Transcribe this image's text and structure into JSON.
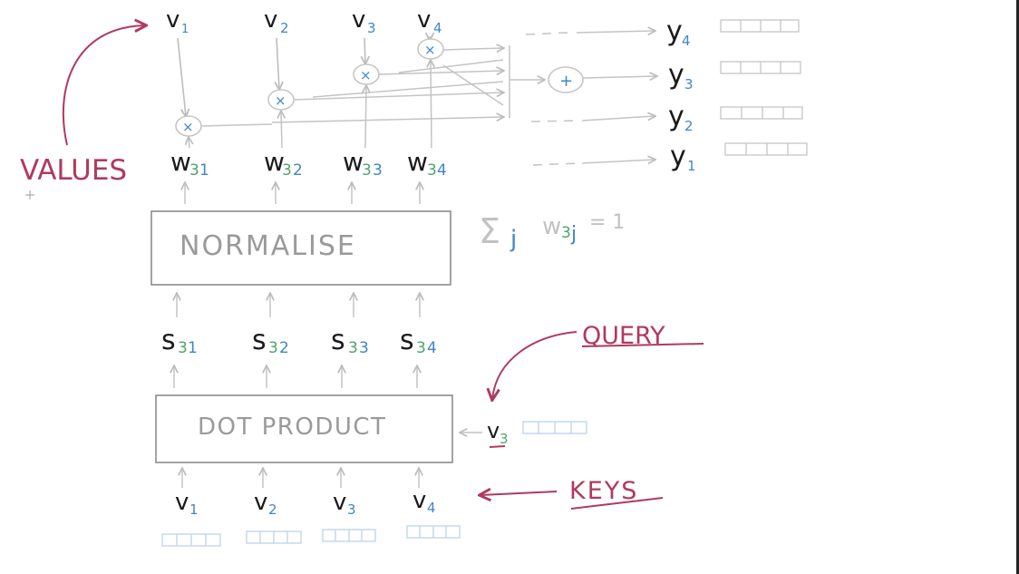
{
  "labels": {
    "values": "VALUES",
    "normalise": "NORMALISE",
    "dot_product": "DOT PRODUCT",
    "query": "QUERY",
    "keys": "KEYS",
    "sum_symbol": "Σ",
    "sum_index": "j",
    "sum_w": "w",
    "sum_w_sub1": "3",
    "sum_w_sub2": "j",
    "sum_equals": "= 1",
    "plus": "+",
    "times": "×"
  },
  "top_values": [
    {
      "base": "v",
      "sub": "1"
    },
    {
      "base": "v",
      "sub": "2"
    },
    {
      "base": "v",
      "sub": "3"
    },
    {
      "base": "v",
      "sub": "4"
    }
  ],
  "weights": [
    {
      "base": "w",
      "sub1": "3",
      "sub2": "1"
    },
    {
      "base": "w",
      "sub1": "3",
      "sub2": "2"
    },
    {
      "base": "w",
      "sub1": "3",
      "sub2": "3"
    },
    {
      "base": "w",
      "sub1": "3",
      "sub2": "4"
    }
  ],
  "scores": [
    {
      "base": "s",
      "sub1": "3",
      "sub2": "1"
    },
    {
      "base": "s",
      "sub1": "3",
      "sub2": "2"
    },
    {
      "base": "s",
      "sub1": "3",
      "sub2": "3"
    },
    {
      "base": "s",
      "sub1": "3",
      "sub2": "4"
    }
  ],
  "query_vector": {
    "base": "v",
    "sub": "3"
  },
  "key_vectors": [
    {
      "base": "v",
      "sub": "1"
    },
    {
      "base": "v",
      "sub": "2"
    },
    {
      "base": "v",
      "sub": "3"
    },
    {
      "base": "v",
      "sub": "4"
    }
  ],
  "outputs": [
    {
      "base": "y",
      "sub": "4"
    },
    {
      "base": "y",
      "sub": "3"
    },
    {
      "base": "y",
      "sub": "2"
    },
    {
      "base": "y",
      "sub": "1"
    }
  ],
  "colors": {
    "ink": "#1a1a1a",
    "blue": "#3f86c8",
    "green": "#4fa36a",
    "red": "#b03a5e",
    "gray": "#9a9a9a",
    "light": "#c9c9c9",
    "vector_blue": "#bcd3ea"
  }
}
